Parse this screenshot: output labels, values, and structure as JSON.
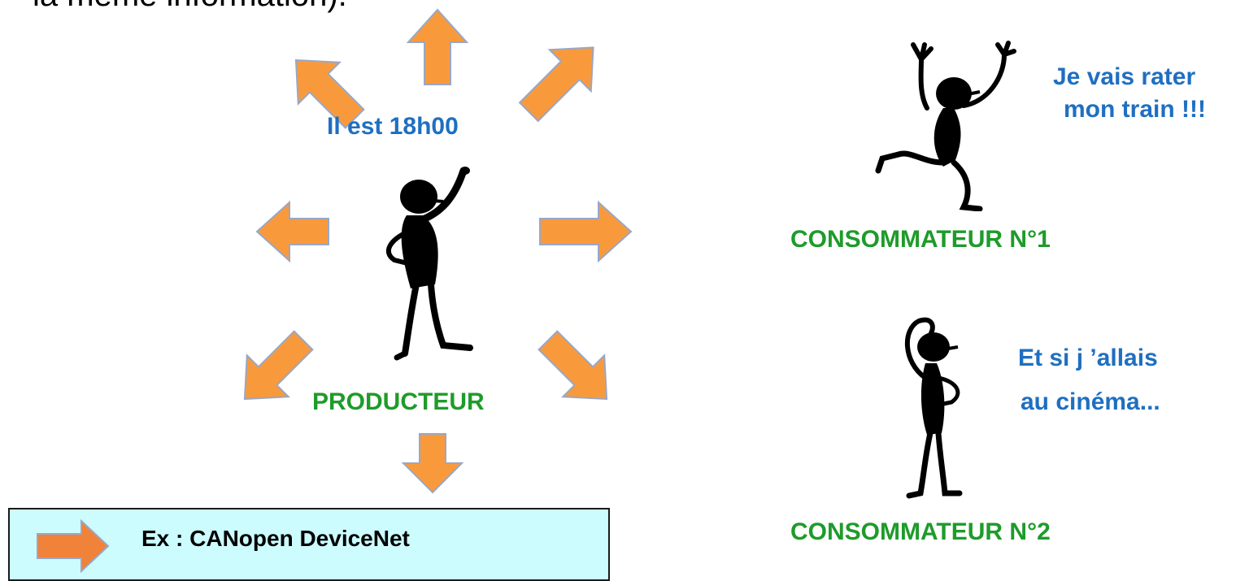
{
  "top_fragment": "la même information).",
  "producer": {
    "speech": "Il est 18h00",
    "label": "PRODUCTEUR"
  },
  "consumer1": {
    "speech_line1": "Je vais rater",
    "speech_line2": "mon train !!!",
    "label": "CONSOMMATEUR N°1"
  },
  "consumer2": {
    "speech_line1": "Et si j ’allais",
    "speech_line2": "au cinéma...",
    "label": "CONSOMMATEUR N°2"
  },
  "example": {
    "text": "Ex : CANopen DeviceNet"
  },
  "colors": {
    "arrow_fill": "#f89a3c",
    "arrow_stroke": "#9aa7c4",
    "speech_blue": "#1f6fc1",
    "label_green": "#1e9b2a",
    "box_fill": "#ccfcfe"
  }
}
